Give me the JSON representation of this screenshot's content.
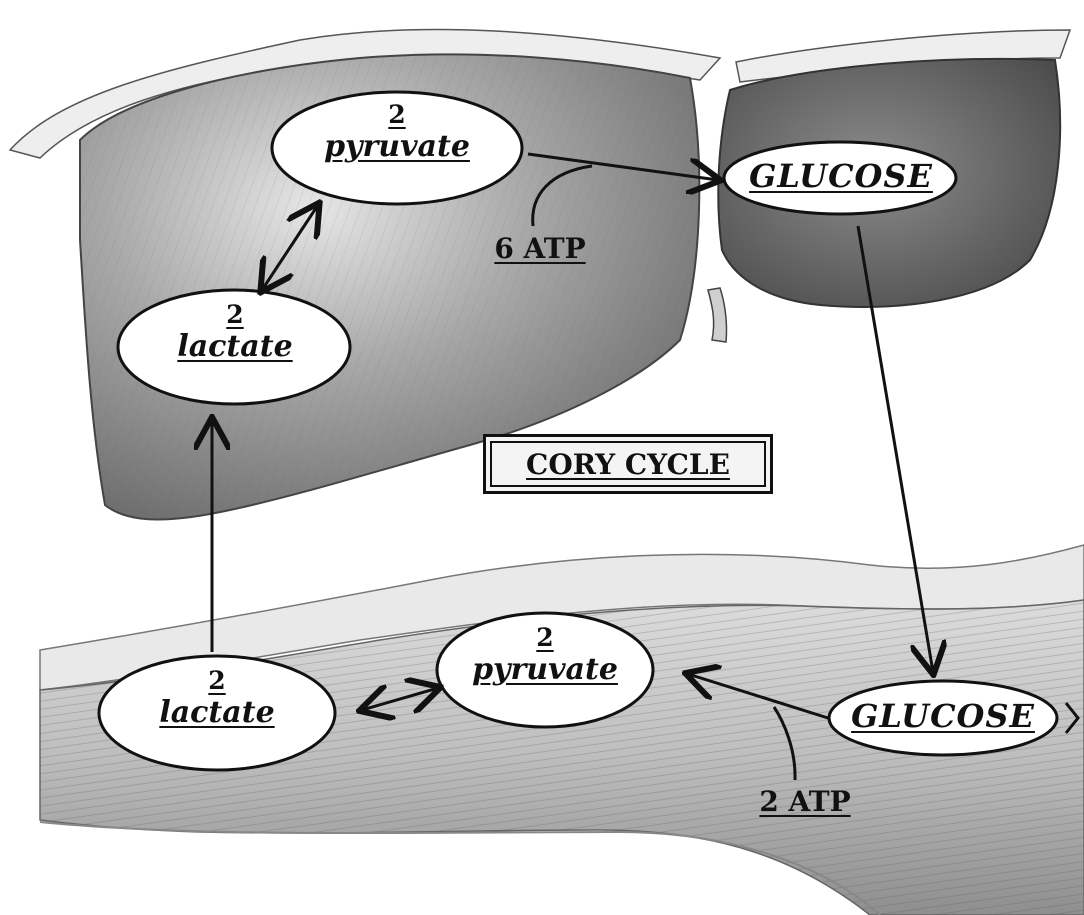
{
  "title": "CORY CYCLE",
  "liver": {
    "pyruvate": {
      "count": "2",
      "name": "pyruvate"
    },
    "lactate": {
      "count": "2",
      "name": "lactate"
    },
    "glucose": "GLUCOSE",
    "atp": "6 ATP"
  },
  "muscle": {
    "pyruvate": {
      "count": "2",
      "name": "pyruvate"
    },
    "lactate": {
      "count": "2",
      "name": "lactate"
    },
    "glucose": "GLUCOSE",
    "atp": "2 ATP"
  },
  "colors": {
    "liver_fill": "#9a9a9a",
    "gallbladder_fill": "#6e6e6e",
    "muscle_fill": "#c8c8c8",
    "ink": "#111111",
    "node_fill": "#ffffff"
  }
}
